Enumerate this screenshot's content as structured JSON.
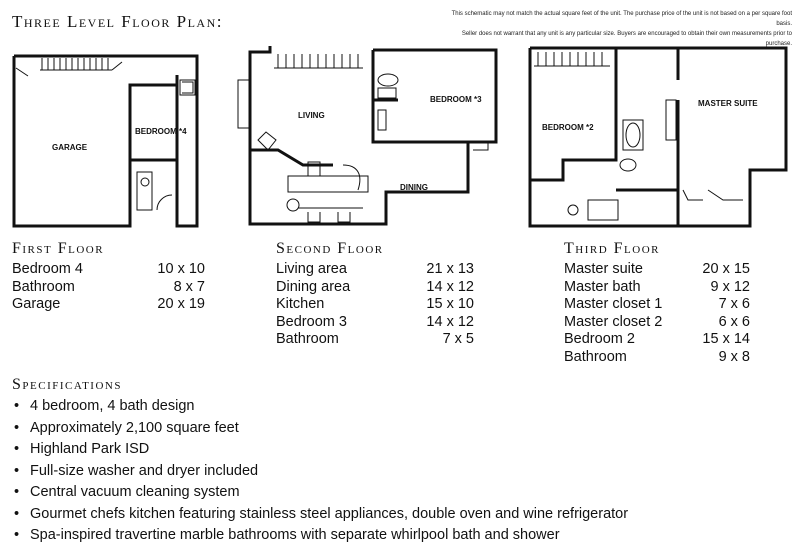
{
  "title": "Three Level Floor Plan:",
  "disclaimer": [
    "This schematic may not match the actual square feet of the unit. The purchase price of the unit is not based on a per square foot basis.",
    "Seller does not warrant that any unit is any particular size. Buyers are encouraged to obtain their own measurements prior to purchase."
  ],
  "plans": {
    "first": {
      "rooms": {
        "garage": "GARAGE",
        "bedroom": "BEDROOM *4"
      }
    },
    "second": {
      "rooms": {
        "living": "LIVING",
        "bedroom": "BEDROOM *3",
        "dining": "DINING"
      }
    },
    "third": {
      "rooms": {
        "bedroom": "BEDROOM *2",
        "master": "MASTER SUITE"
      }
    }
  },
  "floors": [
    {
      "heading": "First Floor",
      "rooms": [
        {
          "name": "Bedroom 4",
          "dims": "10 x 10"
        },
        {
          "name": "Bathroom",
          "dims": "8 x 7"
        },
        {
          "name": "Garage",
          "dims": "20 x 19"
        }
      ]
    },
    {
      "heading": "Second Floor",
      "rooms": [
        {
          "name": "Living area",
          "dims": "21 x 13"
        },
        {
          "name": "Dining area",
          "dims": "14 x 12"
        },
        {
          "name": "Kitchen",
          "dims": "15 x 10"
        },
        {
          "name": "Bedroom 3",
          "dims": "14 x 12"
        },
        {
          "name": "Bathroom",
          "dims": "7 x 5"
        }
      ]
    },
    {
      "heading": "Third Floor",
      "rooms": [
        {
          "name": "Master suite",
          "dims": "20 x 15"
        },
        {
          "name": "Master bath",
          "dims": "9 x 12"
        },
        {
          "name": "Master closet 1",
          "dims": "7 x 6"
        },
        {
          "name": "Master closet 2",
          "dims": "6 x 6"
        },
        {
          "name": "Bedroom 2",
          "dims": "15 x 14"
        },
        {
          "name": "Bathroom",
          "dims": "9 x 8"
        }
      ]
    }
  ],
  "specifications": {
    "heading": "Specifications",
    "bullet": "•",
    "items": [
      "4 bedroom, 4 bath design",
      "Approximately 2,100 square feet",
      "Highland Park ISD",
      "Full-size washer and dryer included",
      "Central vacuum cleaning system",
      "Gourmet chefs kitchen featuring stainless steel appliances, double oven and wine refrigerator",
      "Spa-inspired travertine marble bathrooms with separate whirlpool bath and shower"
    ]
  }
}
